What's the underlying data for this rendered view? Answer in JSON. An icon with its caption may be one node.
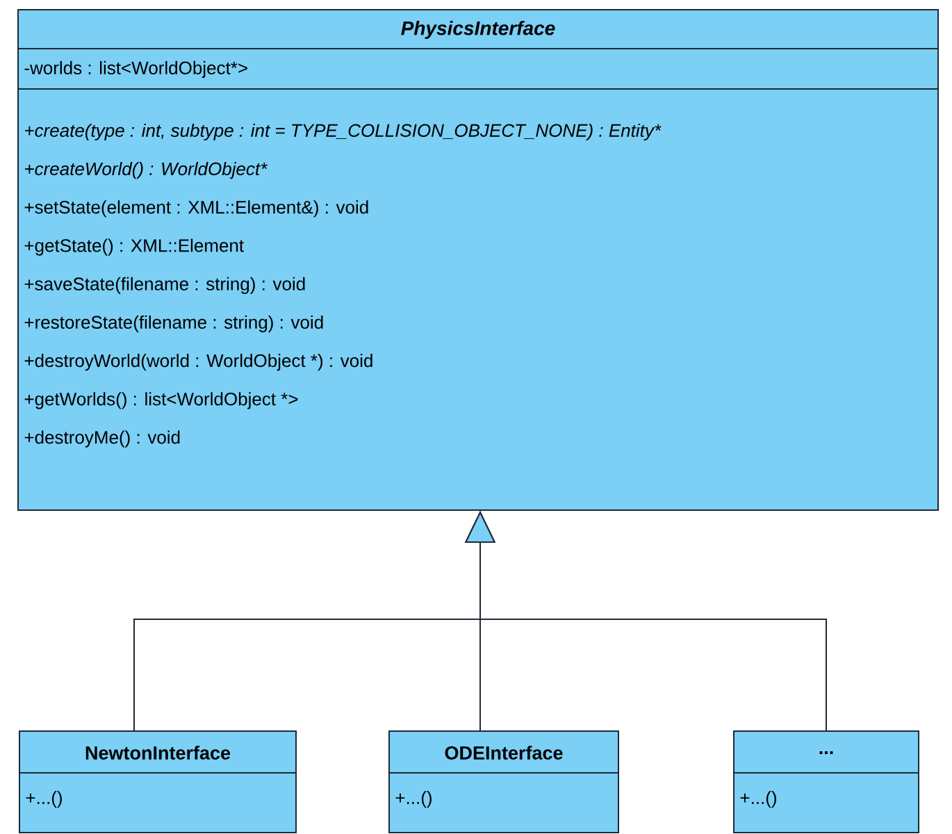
{
  "diagram": {
    "nodes": [
      {
        "text": [
          "PhysicsInterface",
          "-worlds : list<WorldObject*>",
          "+create(type : int, subtype : int = TYPE_COLLISION_OBJECT_NONE) : Entity*",
          "+createWorld() : WorldObject*",
          "+setState(element : XML::Element&) : void",
          "+getState() : XML::Element",
          "+saveState(filename : string) : void",
          "+restoreState(filename : string) : void",
          "+destroyWorld(world : WorldObject *) : void",
          "+getWorlds() : list<WorldObject *>",
          "+destroyMe() : void"
        ]
      },
      {
        "text": [
          "NewtonInterface",
          "+...()"
        ]
      },
      {
        "text": [
          "ODEInterface",
          "+...()"
        ]
      },
      {
        "text": [
          "...",
          "+...()"
        ]
      }
    ],
    "edges": [
      {
        "from": 1,
        "to": 0,
        "arrow": "to"
      },
      {
        "from": 2,
        "to": 0,
        "arrow": "to"
      },
      {
        "from": 3,
        "to": 0,
        "arrow": "to"
      }
    ]
  }
}
